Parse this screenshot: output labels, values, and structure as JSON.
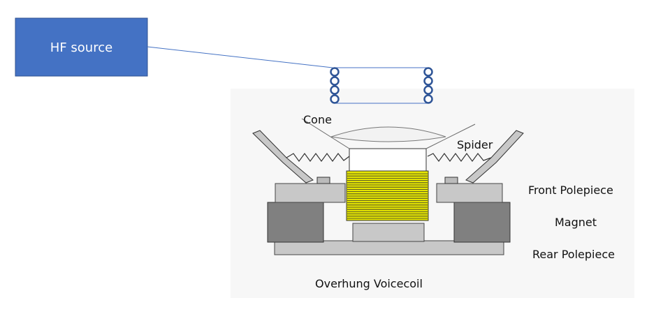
{
  "source_box": {
    "label": "HF source",
    "fill": "#4472c4",
    "stroke": "#2f528f"
  },
  "labels": {
    "cone": "Cone",
    "spider": "Spider",
    "front_polepiece": "Front Polepiece",
    "magnet": "Magnet",
    "rear_polepiece": "Rear Polepiece",
    "caption": "Overhung Voicecoil"
  },
  "colors": {
    "coil": "#e6e600",
    "magnet": "#808080",
    "polepiece": "#c8c8c8",
    "coil_loops": "#2f5597"
  }
}
